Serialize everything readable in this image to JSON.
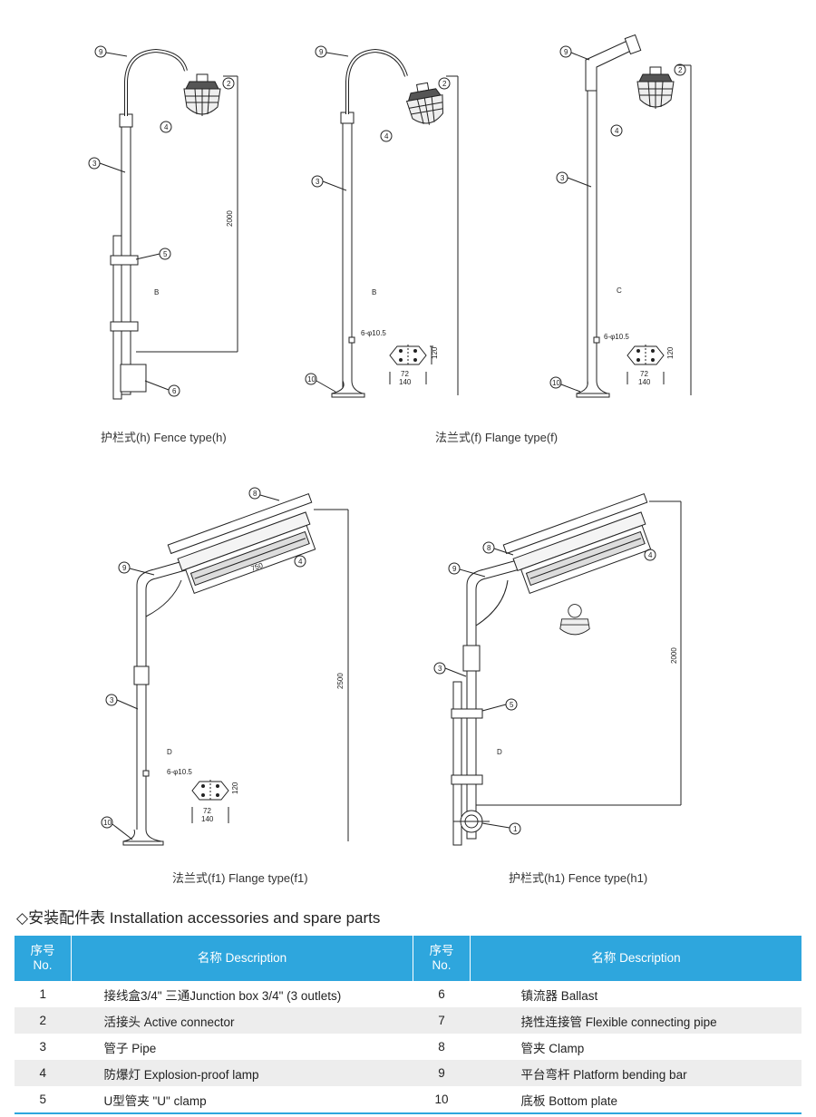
{
  "drawings": {
    "dims": {
      "h_height": "2000",
      "f1_height": "2500",
      "h1_height": "2000",
      "f1_width": "750",
      "bolt_holes": "6-φ10.5",
      "plate_width": "140",
      "plate_inner": "72",
      "plate_height": "120"
    },
    "area_labels": {
      "B": "B",
      "C": "C",
      "D": "D"
    },
    "callouts": [
      "1",
      "2",
      "3",
      "4",
      "5",
      "6",
      "8",
      "9",
      "10"
    ]
  },
  "captions": {
    "fence_h": "护栏式(h) Fence type(h)",
    "flange_f": "法兰式(f) Flange type(f)",
    "flange_f1": "法兰式(f1) Flange type(f1)",
    "fence_h1": "护栏式(h1) Fence type(h1)"
  },
  "section": {
    "icon": "diamond-outline-icon",
    "title": "◇安装配件表 Installation accessories and spare parts"
  },
  "table": {
    "header_no_cn": "序号",
    "header_no_en": "No.",
    "header_desc": "名称 Description",
    "rows": [
      {
        "no_left": "1",
        "desc_left": "接线盒3/4\" 三通Junction box 3/4\" (3 outlets)",
        "no_right": "6",
        "desc_right": "镇流器 Ballast"
      },
      {
        "no_left": "2",
        "desc_left": "活接头 Active connector",
        "no_right": "7",
        "desc_right": "挠性连接管 Flexible connecting pipe"
      },
      {
        "no_left": "3",
        "desc_left": "管子 Pipe",
        "no_right": "8",
        "desc_right": "管夹 Clamp"
      },
      {
        "no_left": "4",
        "desc_left": "防爆灯 Explosion-proof lamp",
        "no_right": "9",
        "desc_right": "平台弯杆 Platform bending bar"
      },
      {
        "no_left": "5",
        "desc_left": "U型管夹 \"U\" clamp",
        "no_right": "10",
        "desc_right": "底板 Bottom plate"
      }
    ]
  },
  "colors": {
    "header_bg": "#2ea6dd",
    "alt_row": "#ededed"
  }
}
